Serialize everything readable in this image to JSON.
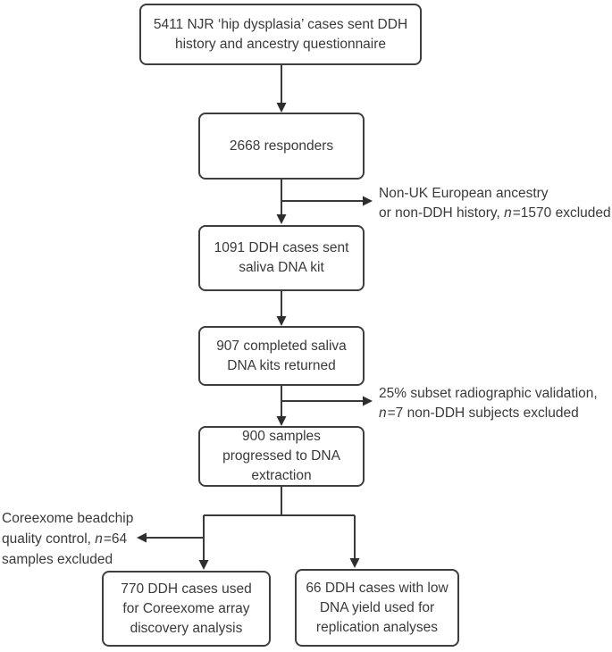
{
  "colors": {
    "line": "#3a3a3a",
    "text": "#3a3a3a",
    "box_border": "#3e3e3e",
    "background": "#ffffff"
  },
  "boxes": [
    {
      "lines": [
        "5411 NJR ‘hip dysplasia’ cases sent DDH",
        "history and ancestry questionnaire"
      ]
    },
    {
      "lines": [
        "2668 responders"
      ]
    },
    {
      "lines": [
        "1091 DDH cases sent",
        "saliva DNA kit"
      ]
    },
    {
      "lines": [
        "907 completed saliva",
        "DNA kits returned"
      ]
    },
    {
      "lines": [
        "900 samples",
        "progressed to DNA",
        "extraction"
      ]
    },
    {
      "lines": [
        "770 DDH cases used",
        "for Coreexome array",
        "discovery analysis"
      ]
    },
    {
      "lines": [
        "66 DDH cases with low",
        "DNA yield used for",
        "replication analyses"
      ]
    }
  ],
  "exclusions": {
    "ancestry": {
      "line1": "Non-UK European ancestry",
      "line2_pre": "or non-DDH history, ",
      "line2_n": "n",
      "line2_post": "=1570 excluded"
    },
    "radiographic": {
      "line1": "25% subset radiographic validation,",
      "line2_n": "n",
      "line2_post": "=7 non-DDH subjects excluded"
    },
    "beadchip": {
      "line1": "Coreexome beadchip",
      "line2_pre": "quality control, ",
      "line2_n": "n",
      "line2_post": "=64",
      "line3": "samples excluded"
    }
  }
}
